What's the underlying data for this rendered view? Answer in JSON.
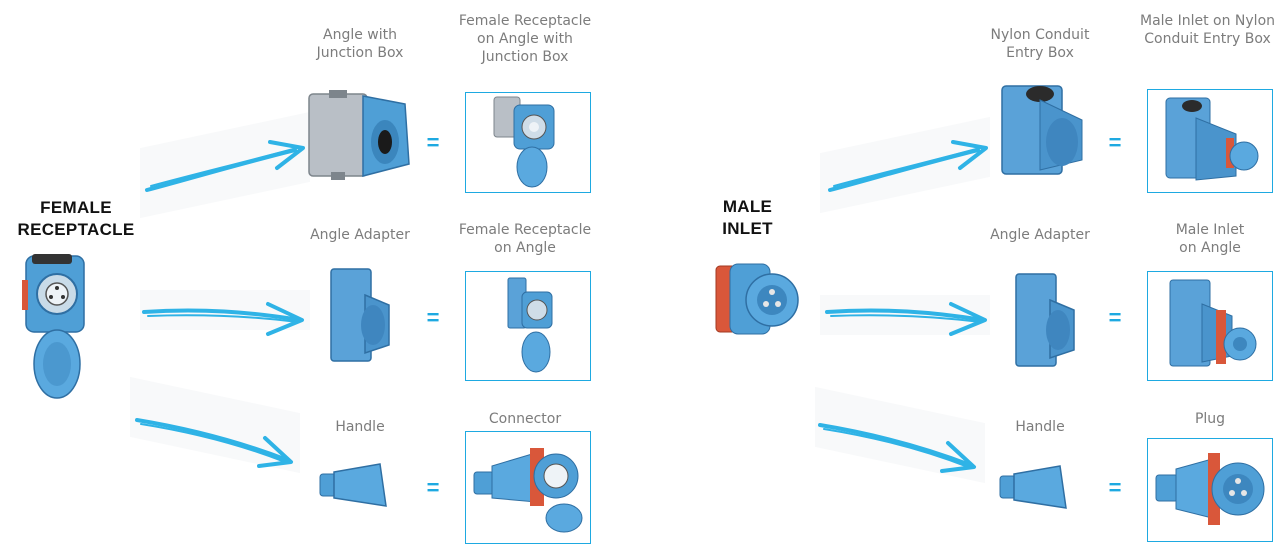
{
  "left": {
    "title_line1": "FEMALE",
    "title_line2": "RECEPTACLE",
    "rows": [
      {
        "component": "Angle with\nJunction Box",
        "result": "Female Receptacle\non Angle with\nJunction Box"
      },
      {
        "component": "Angle Adapter",
        "result": "Female Receptacle\non Angle"
      },
      {
        "component": "Handle",
        "result": "Connector"
      }
    ]
  },
  "right": {
    "title_line1": "MALE",
    "title_line2": "INLET",
    "rows": [
      {
        "component": "Nylon Conduit\nEntry Box",
        "result": "Male Inlet on Nylon\nConduit Entry Box"
      },
      {
        "component": "Angle Adapter",
        "result": "Male Inlet\non Angle"
      },
      {
        "component": "Handle",
        "result": "Plug"
      }
    ]
  },
  "equals_symbol": "=",
  "colors": {
    "accent": "#1ea9e1",
    "product_blue": "#4f9fd6",
    "label_gray": "#7c7c7c"
  }
}
